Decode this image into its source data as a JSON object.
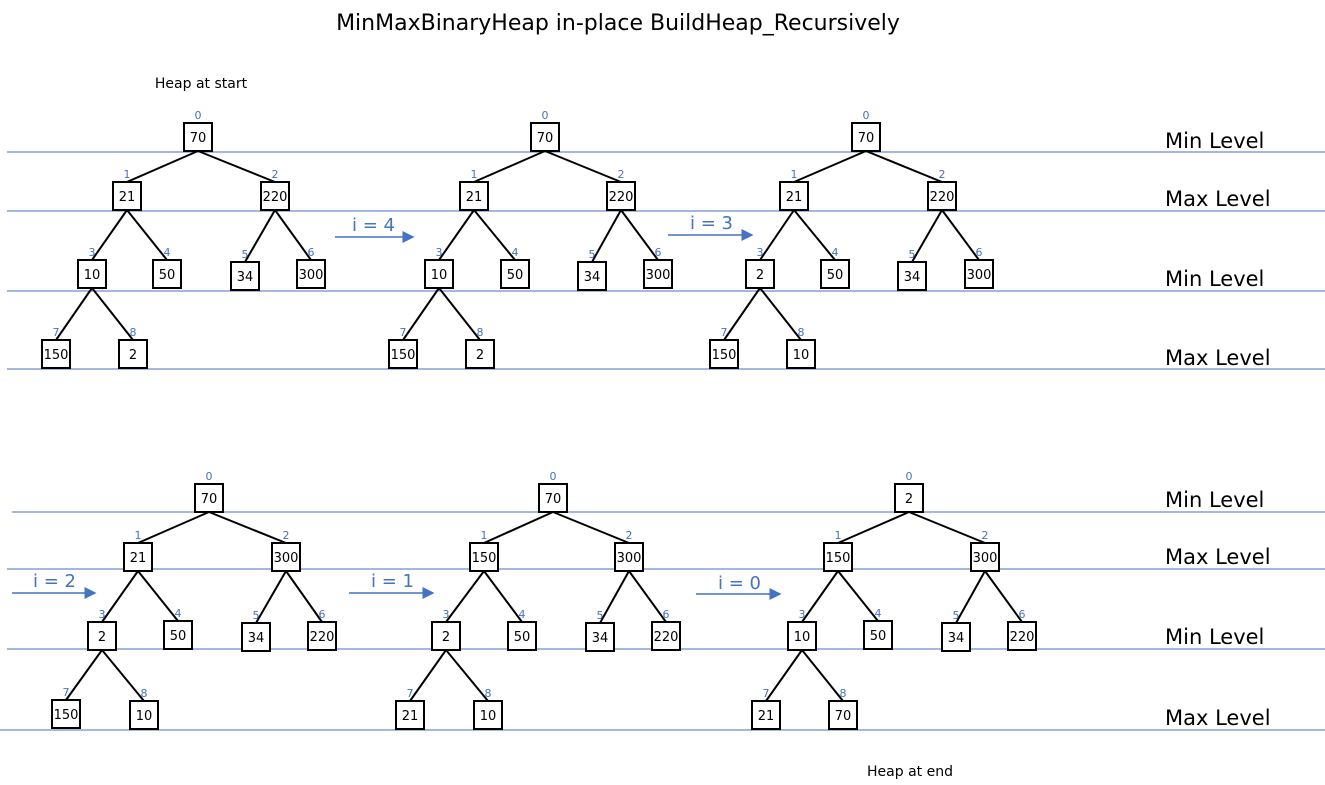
{
  "title": "MinMaxBinaryHeap in-place BuildHeap_Recursively",
  "start_caption": "Heap at start",
  "end_caption": "Heap at end",
  "level_labels": [
    "Min Level",
    "Max Level",
    "Min Level",
    "Max Level"
  ],
  "colors": {
    "accent": "#4472c4",
    "line": "#4472c4",
    "node_border": "#000000"
  },
  "edges": [
    [
      0,
      1
    ],
    [
      0,
      2
    ],
    [
      1,
      3
    ],
    [
      1,
      4
    ],
    [
      2,
      5
    ],
    [
      2,
      6
    ],
    [
      3,
      7
    ],
    [
      3,
      8
    ]
  ],
  "trees": [
    {
      "id": "tree-start",
      "values": [
        "70",
        "21",
        "220",
        "10",
        "50",
        "34",
        "300",
        "150",
        "2"
      ]
    },
    {
      "id": "tree-after-i4",
      "values": [
        "70",
        "21",
        "220",
        "10",
        "50",
        "34",
        "300",
        "150",
        "2"
      ]
    },
    {
      "id": "tree-after-i3",
      "values": [
        "70",
        "21",
        "220",
        "2",
        "50",
        "34",
        "300",
        "150",
        "10"
      ]
    },
    {
      "id": "tree-after-i2",
      "values": [
        "70",
        "21",
        "300",
        "2",
        "50",
        "34",
        "220",
        "150",
        "10"
      ]
    },
    {
      "id": "tree-after-i1",
      "values": [
        "70",
        "150",
        "300",
        "2",
        "50",
        "34",
        "220",
        "21",
        "10"
      ]
    },
    {
      "id": "tree-after-i0",
      "values": [
        "2",
        "150",
        "300",
        "10",
        "50",
        "34",
        "220",
        "21",
        "70"
      ]
    }
  ],
  "steps": [
    {
      "label": "i = 4"
    },
    {
      "label": "i = 3"
    },
    {
      "label": "i = 2"
    },
    {
      "label": "i = 1"
    },
    {
      "label": "i = 0"
    }
  ],
  "node_indices": [
    "0",
    "1",
    "2",
    "3",
    "4",
    "5",
    "6",
    "7",
    "8"
  ]
}
